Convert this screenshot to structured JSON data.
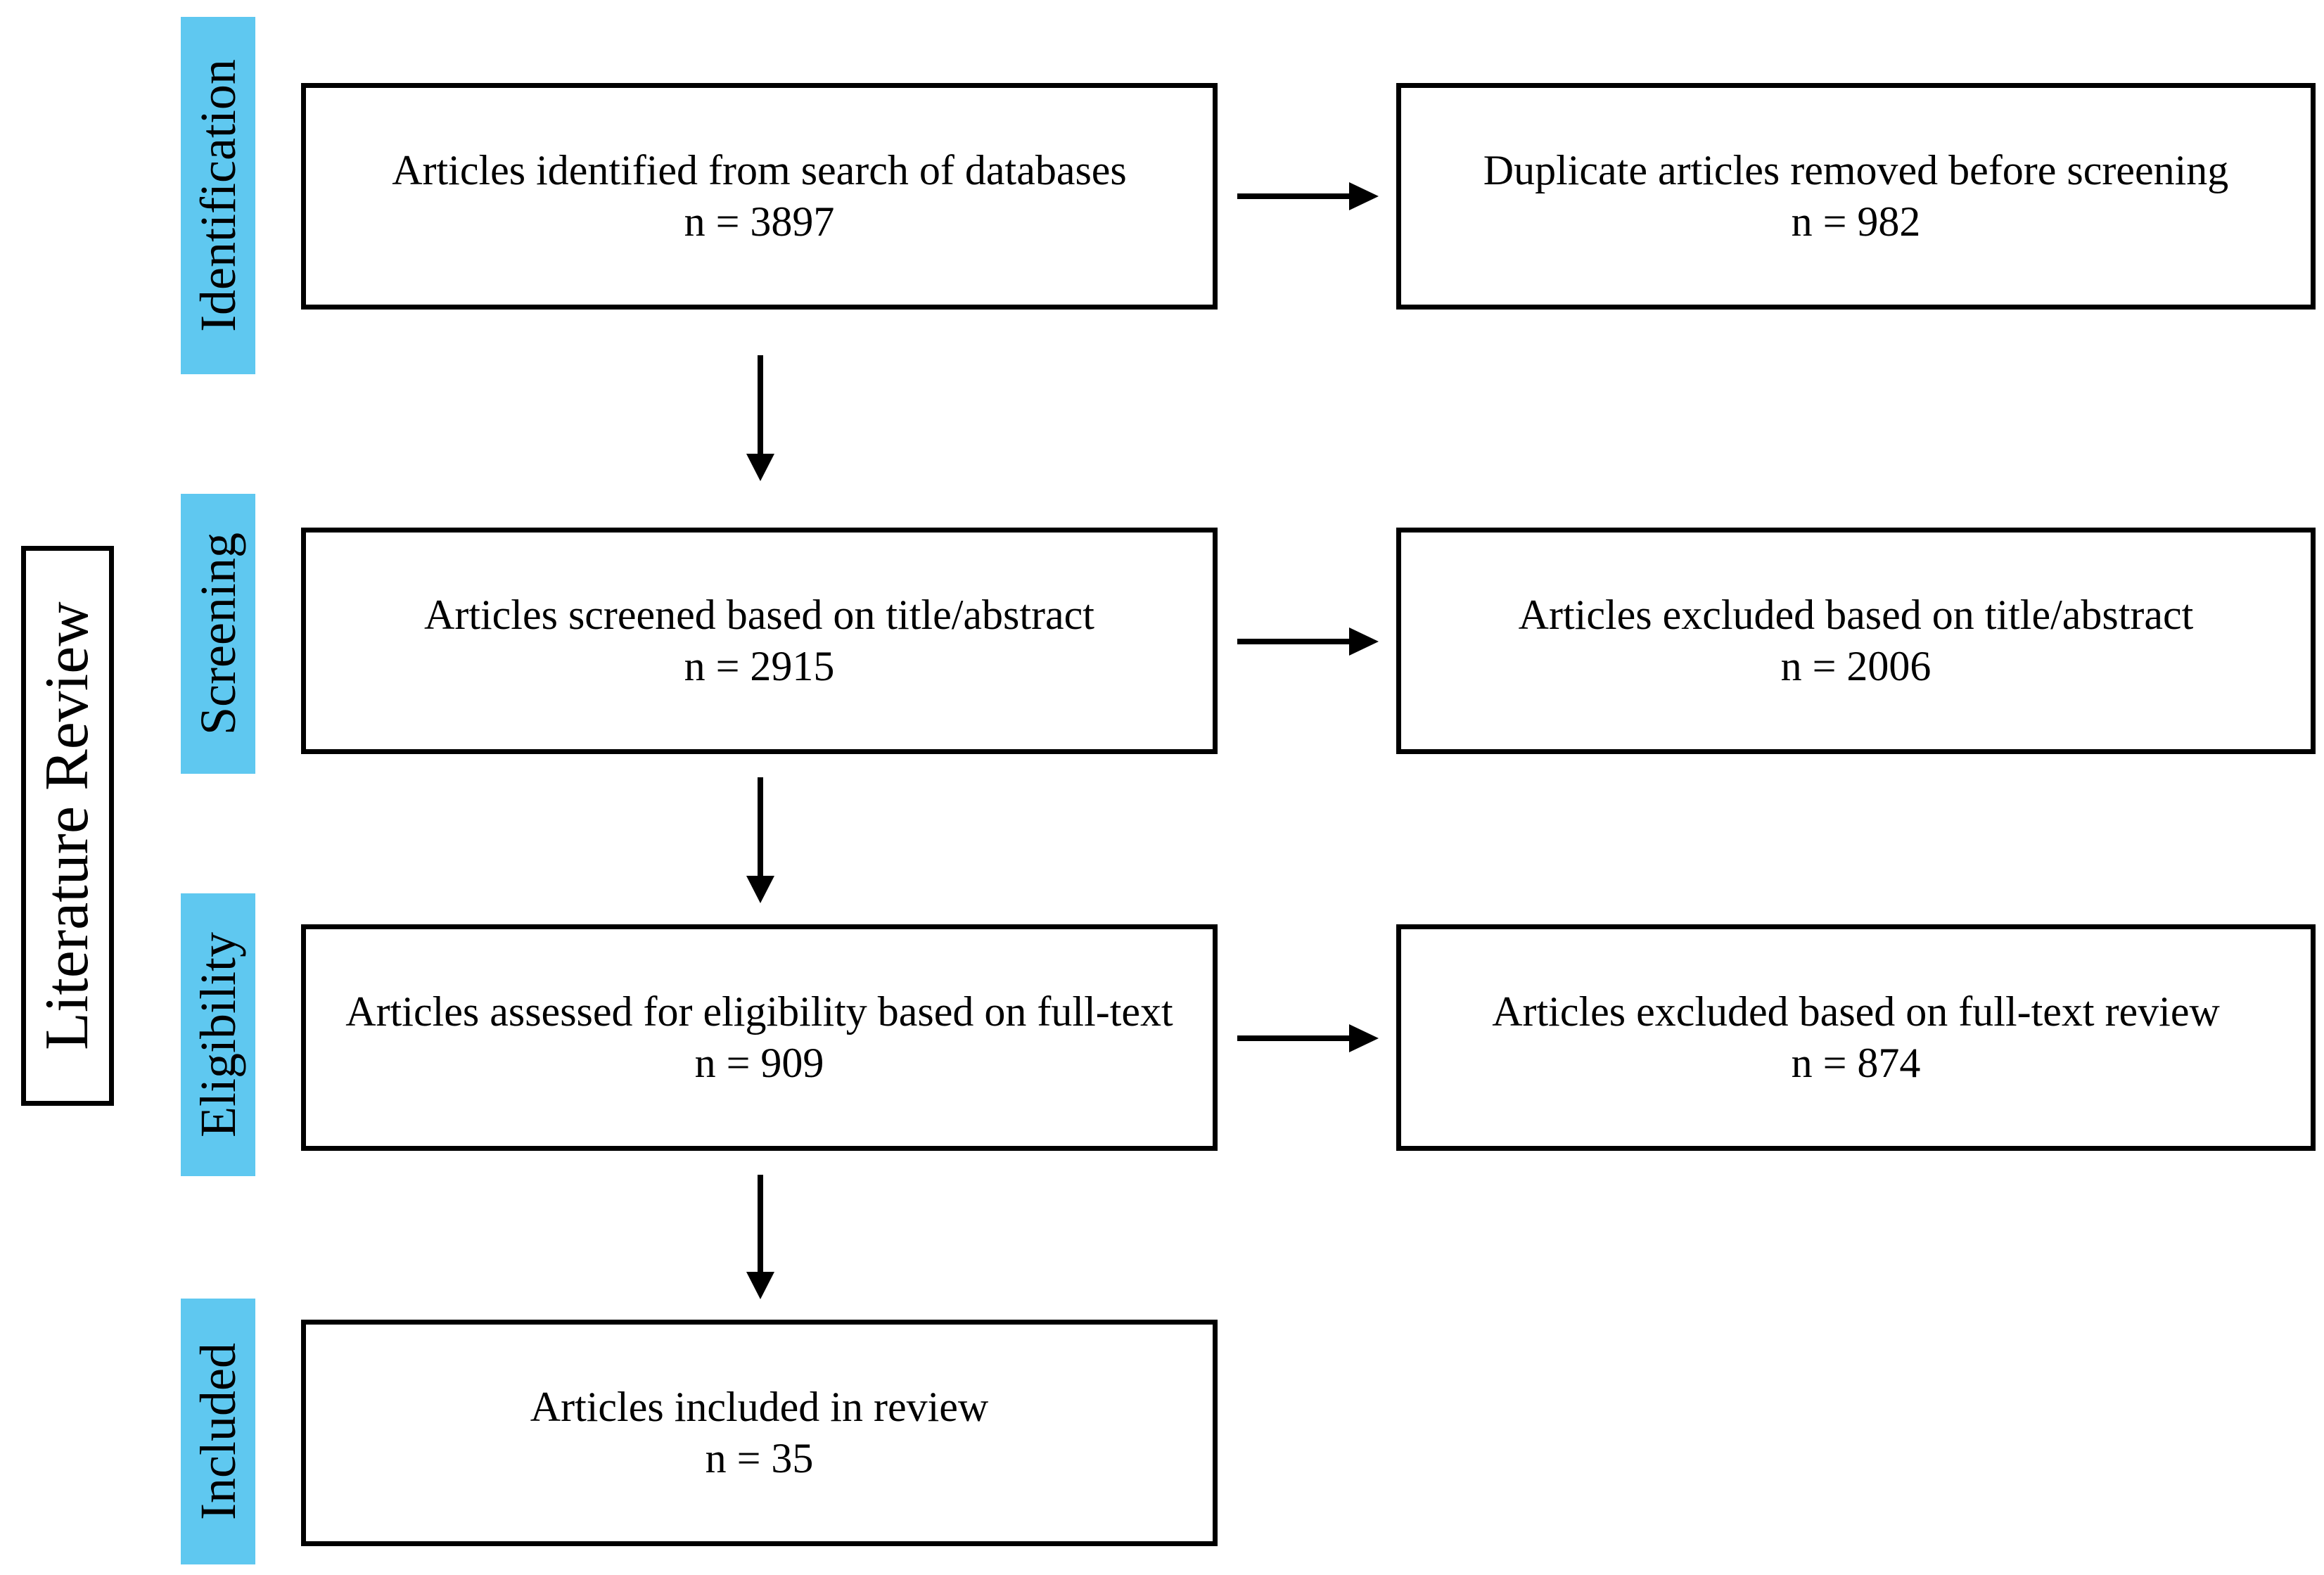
{
  "side_label": "Literature Review",
  "stages": [
    {
      "label": "Identification"
    },
    {
      "label": "Screening"
    },
    {
      "label": "Eligibility"
    },
    {
      "label": "Included"
    }
  ],
  "boxes": {
    "identified": {
      "text": "Articles identified from search of databases",
      "n": "n = 3897"
    },
    "duplicates": {
      "text": "Duplicate articles removed before screening",
      "n": "n = 982"
    },
    "screened": {
      "text": "Articles screened based on title/abstract",
      "n": "n = 2915"
    },
    "excluded_title": {
      "text": "Articles excluded based on title/abstract",
      "n": "n = 2006"
    },
    "assessed": {
      "text": "Articles assessed for eligibility based on full-text",
      "n": "n = 909"
    },
    "excluded_full": {
      "text": "Articles excluded based on full-text review",
      "n": "n = 874"
    },
    "included": {
      "text": "Articles included in review",
      "n": "n = 35"
    }
  },
  "colors": {
    "stage_bar": "#5fc8f0",
    "line": "#000000"
  }
}
